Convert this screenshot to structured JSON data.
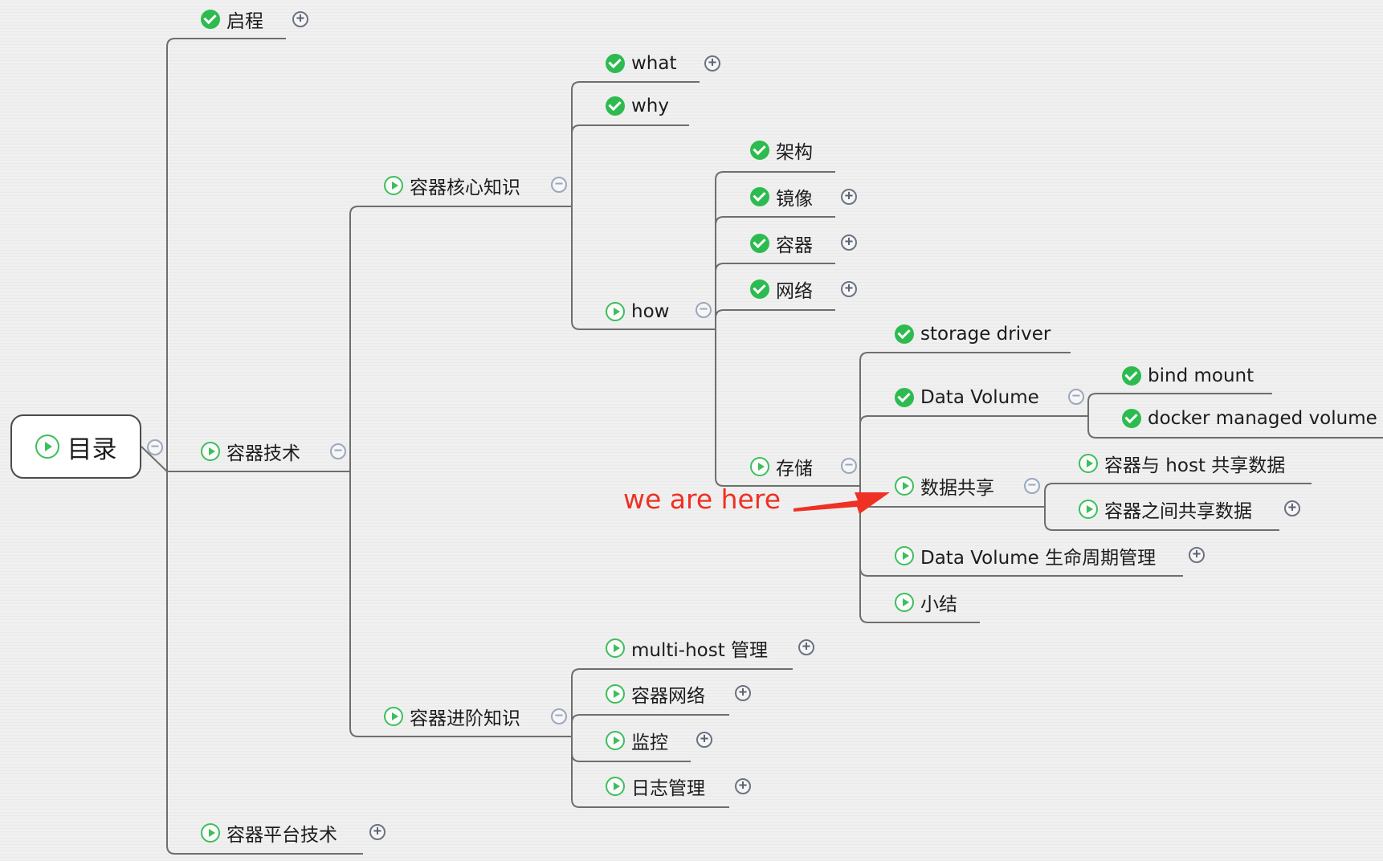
{
  "root": {
    "label": "目录",
    "icon": "play-circle-icon"
  },
  "annotation": {
    "text": "we are here",
    "color": "#ee3124"
  },
  "colors": {
    "check": "#2dbb4f",
    "play": "#3cbf5b",
    "line": "#6e6e6e"
  },
  "nodes": {
    "qicheng": "启程",
    "rongqi_jishu": "容器技术",
    "rongqi_pingtai": "容器平台技术",
    "hexin_zhishi": "容器核心知识",
    "jinjie_zhishi": "容器进阶知识",
    "what": "what",
    "why": "why",
    "how": "how",
    "jiagou": "架构",
    "jingxiang": "镜像",
    "rongqi": "容器",
    "wangluo": "网络",
    "cunchu": "存储",
    "storage_driver": "storage driver",
    "data_volume": "Data Volume",
    "bind_mount": "bind mount",
    "docker_managed_volume": "docker managed volume",
    "shuju_gongxiang": "数据共享",
    "host_gongxiang": "容器与 host 共享数据",
    "rongqi_zhijian": "容器之间共享数据",
    "dv_shengming": "Data Volume 生命周期管理",
    "xiaojie": "小结",
    "multi_host": "multi-host 管理",
    "rongqi_wangluo": "容器网络",
    "jiankong": "监控",
    "rizhi": "日志管理"
  }
}
